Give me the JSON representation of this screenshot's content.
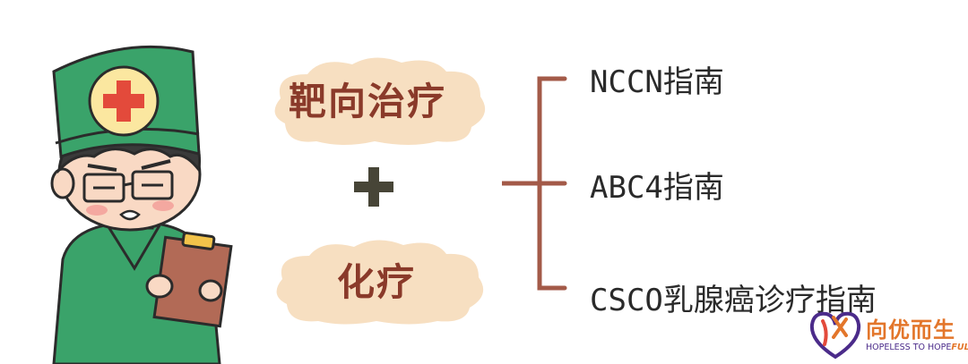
{
  "colors": {
    "accent_brown": "#8a3a2a",
    "cloud_fill": "#f7dfc1",
    "bracket": "#a35a48",
    "plus": "#474537",
    "nurse_green": "#3aa36a",
    "logo_orange": "#e3762b",
    "logo_purple": "#4b2b8a"
  },
  "icons": {
    "doctor": "cartoon-doctor-with-clipboard-icon",
    "plus": "plus-icon",
    "bracket": "bracket-icon",
    "logo": "heart-logo-icon"
  },
  "treatments": [
    {
      "label": "靶向治疗"
    },
    {
      "label": "化疗"
    }
  ],
  "guides": [
    {
      "label": "NCCN指南"
    },
    {
      "label": "ABC4指南"
    },
    {
      "label": "CSCO乳腺癌诊疗指南"
    }
  ],
  "logo": {
    "cn": "向优而生",
    "en_prefix": "HOPELESS TO HOPE",
    "en_suffix": "FUL"
  }
}
